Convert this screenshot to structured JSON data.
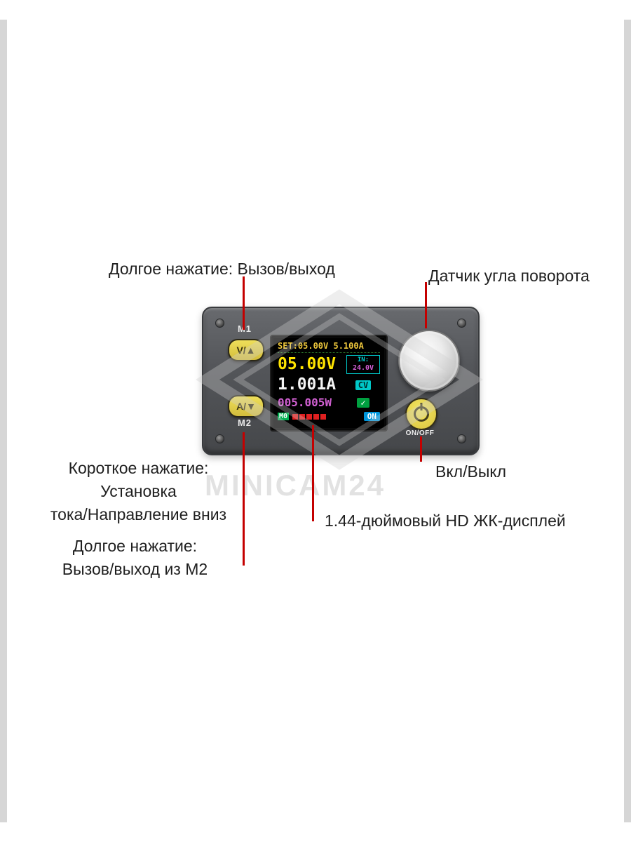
{
  "page": {
    "watermark": "MINICAM24"
  },
  "annotations": {
    "m1_long_press": "Долгое нажатие: Вызов/выход",
    "rotary_sensor": "Датчик угла поворота",
    "short_press_line1": "Короткое нажатие:",
    "short_press_line2": "Установка",
    "short_press_line3": "тока/Направление вниз",
    "power_toggle": "Вкл/Выкл",
    "display": "1.44-дюймовый HD ЖК-дисплей",
    "m2_long_line1": "Долгое нажатие:",
    "m2_long_line2": "Вызов/выход из M2"
  },
  "device": {
    "m1_label": "M1",
    "m2_label": "M2",
    "voltage_up_button": "V/▲",
    "current_down_button": "A/▼",
    "onoff_caption": "ON/OFF",
    "lcd": {
      "set_line": "SET:05.00V 5.100A",
      "voltage_value": "05.00V",
      "input_label": "IN:",
      "input_value": "24.0V",
      "current_value": "1.001A",
      "cv_badge": "CV",
      "power_value": "005.005W",
      "ok_badge": "✓",
      "memory_badge": "M0",
      "output_badge": "ON"
    }
  },
  "colors": {
    "callout_red": "#c40000",
    "device_body": "#54565a",
    "button_yellow": "#e3cf49",
    "lcd_yellow": "#ffe400",
    "lcd_cyan": "#00c8c8",
    "lcd_magenta": "#cf5fd0",
    "lcd_green": "#00a040",
    "lcd_blue": "#0096dc"
  }
}
